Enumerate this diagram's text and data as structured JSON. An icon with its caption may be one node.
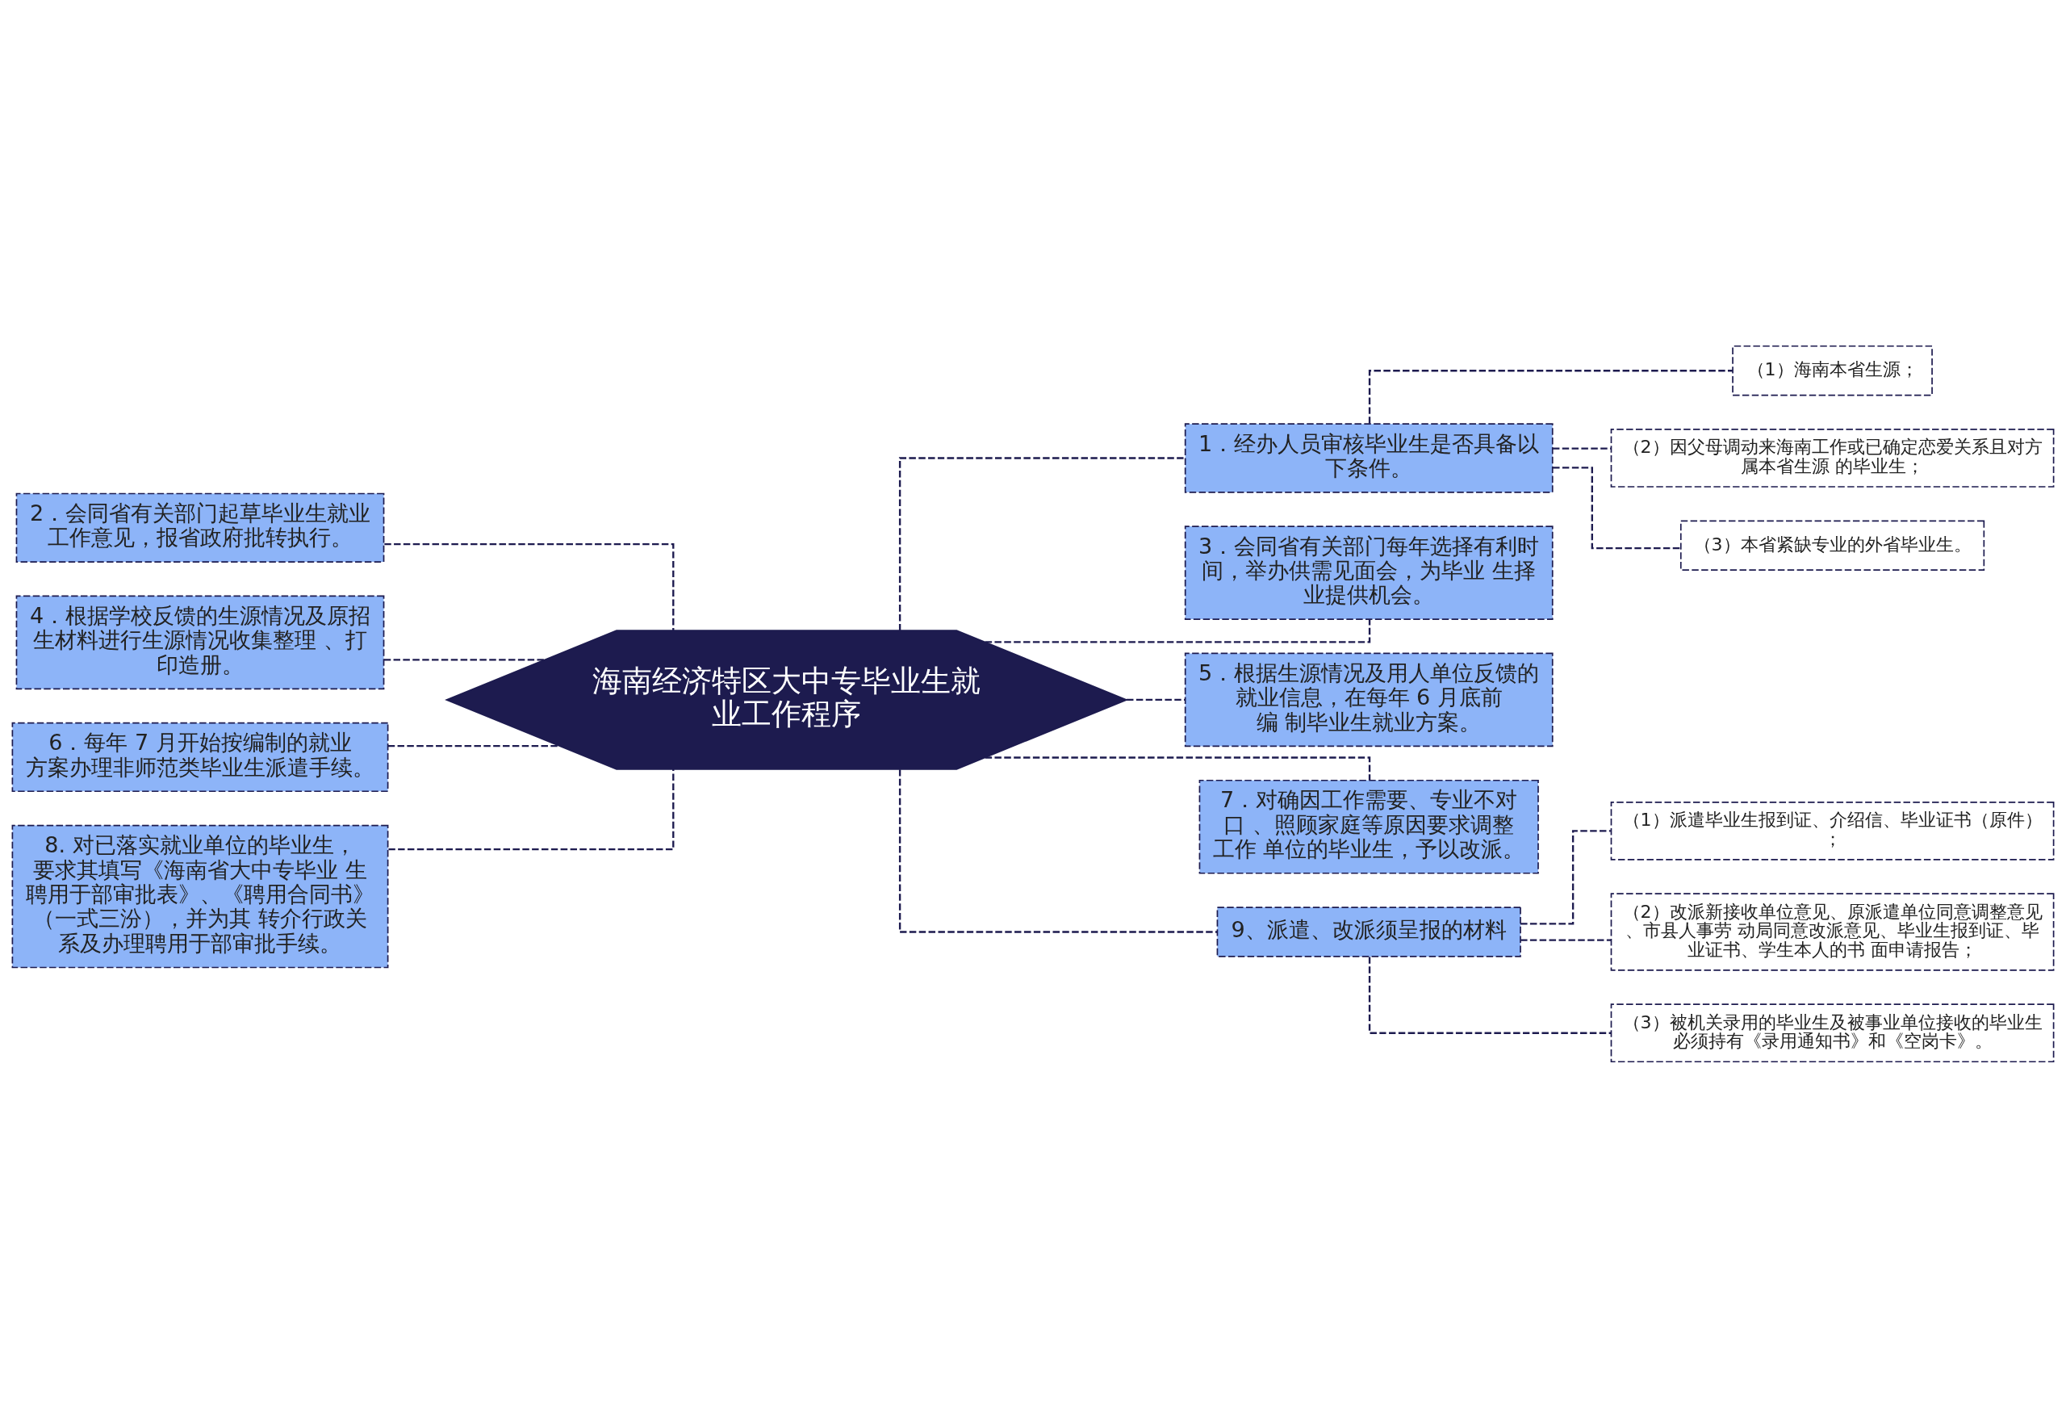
{
  "diagram": {
    "nodes": [
      {
        "text": [
          "海南经济特区大中专毕业生就业工作程序"
        ]
      },
      {
        "text": [
          "1．经办人员审核毕业生是否具备以下条件。"
        ]
      },
      {
        "text": [
          "（1）海南本省生源；"
        ]
      },
      {
        "text": [
          "（2）因父母调动来海南工作或已确定恋爱关系且对方属本省生源 的毕业生；"
        ]
      },
      {
        "text": [
          "（3）本省紧缺专业的外省毕业生。"
        ]
      },
      {
        "text": [
          "2．会同省有关部门起草毕业生就业工作意见，报省政府批转执行。"
        ]
      },
      {
        "text": [
          "3．会同省有关部门每年选择有利时间，举办供需见面会，为毕业 生择业提供机会。"
        ]
      },
      {
        "text": [
          "4．根据学校反馈的生源情况及原招生材料进行生源情况收集整理 、打印造册。"
        ]
      },
      {
        "text": [
          "5．根据生源情况及用人单位反馈的就业信息，在每年 6 月底前编 制毕业生就业方案。"
        ]
      },
      {
        "text": [
          "6．每年 7 月开始按编制的就业方案办理非师范类毕业生派遣手续。"
        ]
      },
      {
        "text": [
          "7．对确因工作需要、专业不对口 、照顾家庭等原因要求调整工作 单位的毕业生，予以改派。"
        ]
      },
      {
        "text": [
          "8. 对已落实就业单位的毕业生，要求其填写《海南省大中专毕业 生聘用于部审批表》、《聘用合同书》（一式三汾），并为其 转介行政关系及办理聘用于部审批手续。"
        ]
      },
      {
        "text": [
          "9、派遣、改派须呈报的材料"
        ]
      },
      {
        "text": [
          "（1）派遣毕业生报到证、介绍信、毕业证书（原件）；"
        ]
      },
      {
        "text": [
          "（2）改派新接收单位意见、原派遣单位同意调整意见、市县人事劳 动局同意改派意见、毕业生报到证、毕业证书、学生本人的书 面申请报告；"
        ]
      },
      {
        "text": [
          "（3）被机关录用的毕业生及被事业单位接收的毕业生必须持有《录用通知书》和《空岗卡》。"
        ]
      }
    ],
    "edges": [
      {
        "from": 0,
        "to": 1,
        "arrow": "none",
        "style": "dashed"
      },
      {
        "from": 1,
        "to": 2,
        "arrow": "none",
        "style": "dashed"
      },
      {
        "from": 1,
        "to": 3,
        "arrow": "none",
        "style": "dashed"
      },
      {
        "from": 1,
        "to": 4,
        "arrow": "none",
        "style": "dashed"
      },
      {
        "from": 0,
        "to": 5,
        "arrow": "none",
        "style": "dashed"
      },
      {
        "from": 0,
        "to": 6,
        "arrow": "none",
        "style": "dashed"
      },
      {
        "from": 0,
        "to": 7,
        "arrow": "none",
        "style": "dashed"
      },
      {
        "from": 0,
        "to": 8,
        "arrow": "none",
        "style": "dashed"
      },
      {
        "from": 0,
        "to": 9,
        "arrow": "none",
        "style": "dashed"
      },
      {
        "from": 0,
        "to": 10,
        "arrow": "none",
        "style": "dashed"
      },
      {
        "from": 0,
        "to": 11,
        "arrow": "none",
        "style": "dashed"
      },
      {
        "from": 0,
        "to": 12,
        "arrow": "none",
        "style": "dashed"
      },
      {
        "from": 12,
        "to": 13,
        "arrow": "none",
        "style": "dashed"
      },
      {
        "from": 12,
        "to": 14,
        "arrow": "none",
        "style": "dashed"
      },
      {
        "from": 12,
        "to": 15,
        "arrow": "none",
        "style": "dashed"
      }
    ]
  }
}
